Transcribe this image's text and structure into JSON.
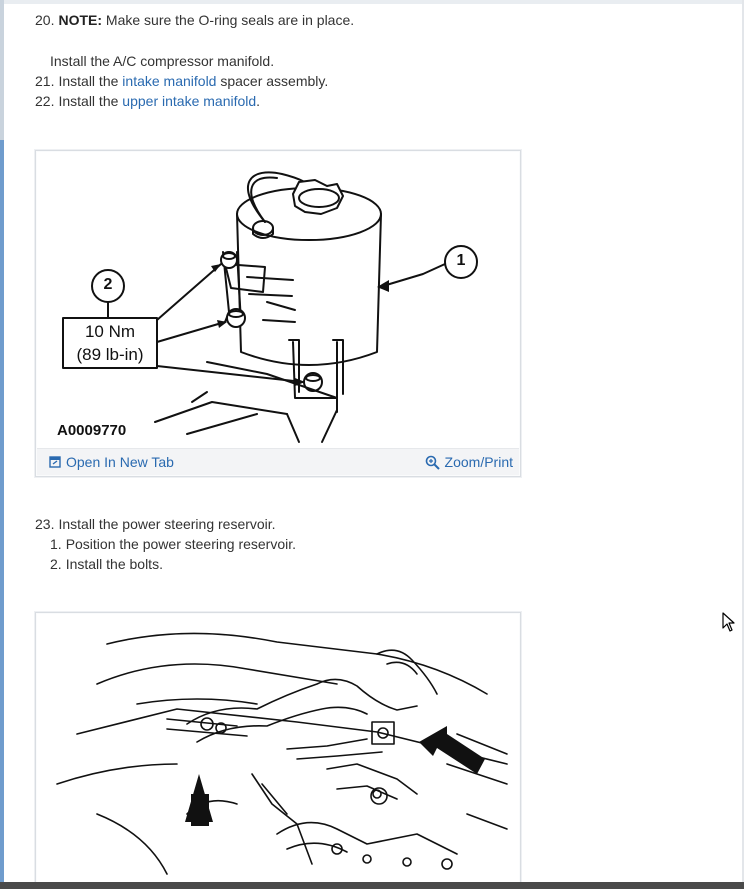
{
  "steps": {
    "s20": {
      "num": "20.",
      "note_label": "NOTE:",
      "note_text": " Make sure the O-ring seals are in place."
    },
    "s20_sub": "Install the A/C compressor manifold.",
    "s21": {
      "num": "21.",
      "pre": "Install the ",
      "link": "intake manifold",
      "post": " spacer assembly."
    },
    "s22": {
      "num": "22.",
      "pre": "Install the ",
      "link": "upper intake manifold",
      "post": "."
    },
    "s23": {
      "num": "23.",
      "text": "Install the power steering reservoir."
    },
    "s23_1": {
      "num": "1.",
      "text": "Position the power steering reservoir."
    },
    "s23_2": {
      "num": "2.",
      "text": "Install the bolts."
    }
  },
  "figure1": {
    "callout_1": "1",
    "callout_2": "2",
    "torque_nm": "10 Nm",
    "torque_lbin": "(89 lb-in)",
    "figure_id": "A0009770",
    "open_new_tab": "Open In New Tab",
    "zoom_print": "Zoom/Print"
  },
  "colors": {
    "link": "#2a6ab0",
    "text": "#333333",
    "panel_border": "#d9dde2"
  },
  "icons": [
    "open-new-tab-icon",
    "zoom-icon",
    "mouse-cursor-icon"
  ]
}
